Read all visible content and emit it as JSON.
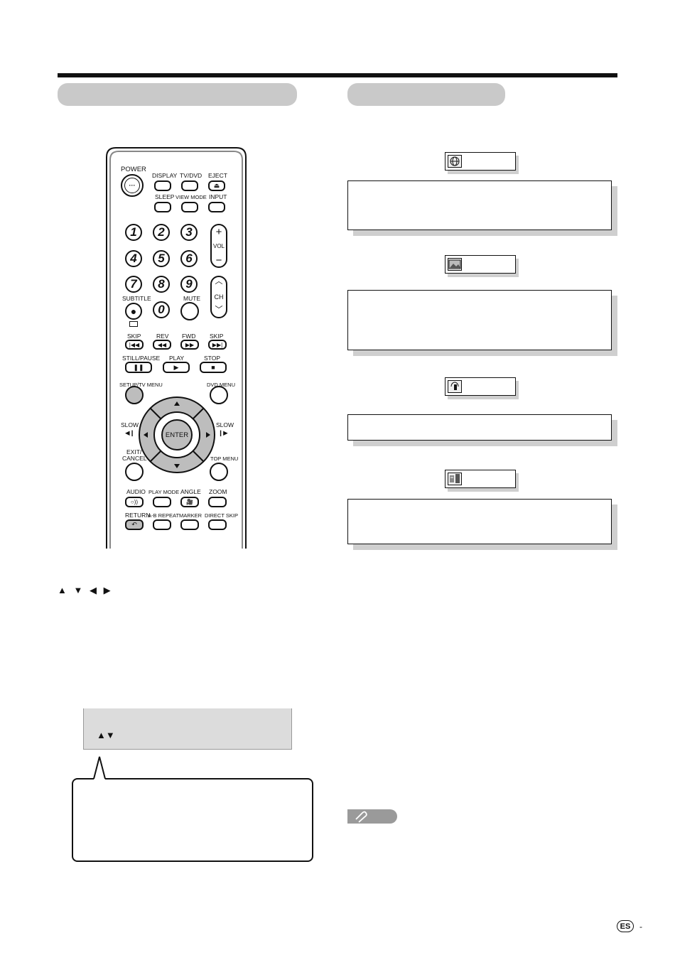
{
  "remote": {
    "power": "POWER",
    "display": "DISPLAY",
    "tvdvd": "TV/DVD",
    "eject": "EJECT",
    "sleep": "SLEEP",
    "viewmode": "VIEW MODE",
    "input": "INPUT",
    "digits": [
      "1",
      "2",
      "3",
      "4",
      "5",
      "6",
      "7",
      "8",
      "9",
      "0"
    ],
    "vol": "VOL",
    "ch": "CH",
    "subtitle": "SUBTITLE",
    "mute": "MUTE",
    "skip1": "SKIP",
    "rev": "REV",
    "fwd": "FWD",
    "skip2": "SKIP",
    "stillpause": "STILL/PAUSE",
    "play": "PLAY",
    "stop": "STOP",
    "setup": "SETUP/TV MENU",
    "dvdmenu": "DVD MENU",
    "enter": "ENTER",
    "slow_left": "SLOW",
    "slow_right": "SLOW",
    "exit": "EXIT/",
    "cancel": "CANCEL",
    "topmenu": "TOP MENU",
    "audio": "AUDIO",
    "playmode": "PLAY MODE",
    "angle": "ANGLE",
    "zoom": "ZOOM",
    "return": "RETURN",
    "abrepeat": "A-B REPEAT",
    "marker": "MARKER",
    "directskip": "DIRECT SKIP"
  },
  "arrows_line": "▲ ▼ ◀ ▶",
  "graybox_arrows": "▲▼",
  "page_badge": "ES",
  "page_suffix": "-"
}
